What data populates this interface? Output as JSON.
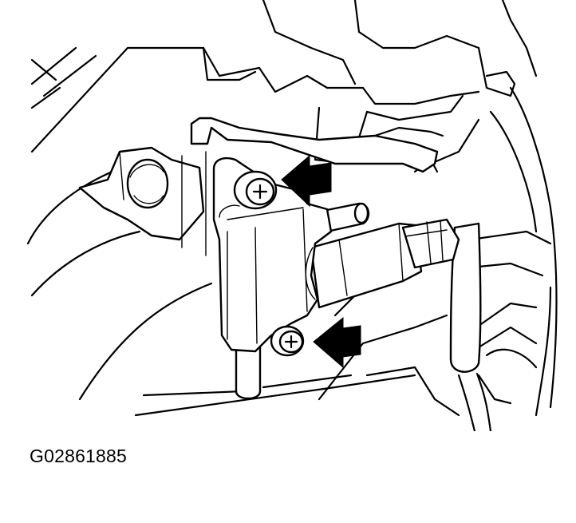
{
  "figure": {
    "id_label": "G02861885",
    "subject": "vsv-with-hose-and-connector",
    "callouts": [
      {
        "name": "upper-bolt-arrow",
        "points_to": "upper-mounting-bolt"
      },
      {
        "name": "lower-bolt-arrow",
        "points_to": "lower-mounting-bolt"
      }
    ],
    "colors": {
      "line": "#000000",
      "background": "#ffffff"
    }
  }
}
